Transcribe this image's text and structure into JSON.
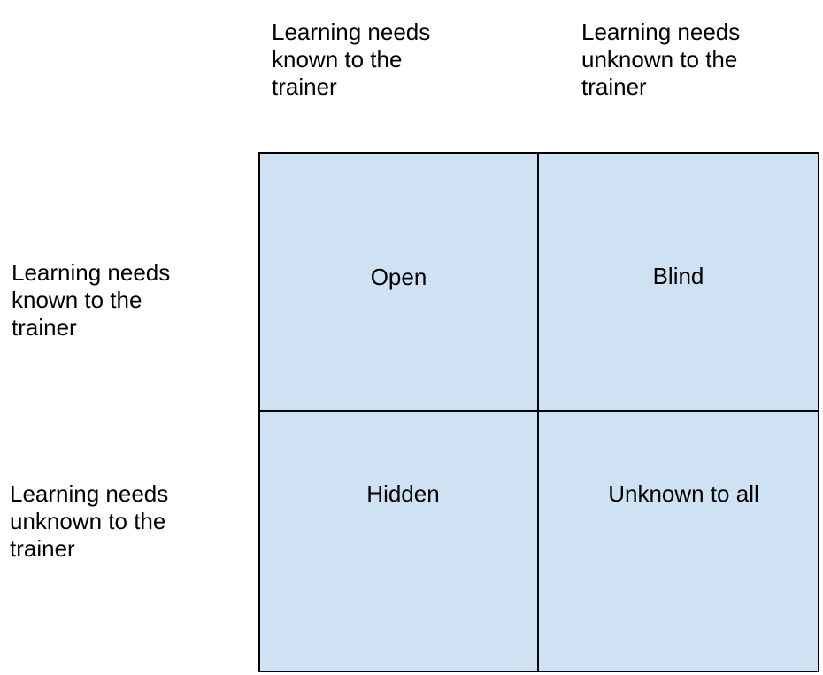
{
  "colors": {
    "cell_fill": "#cfe2f3",
    "border": "#000000",
    "background": "#ffffff"
  },
  "column_headers": [
    "Learning needs\nknown to the\ntrainer",
    "Learning needs\nunknown to the\ntrainer"
  ],
  "row_headers": [
    "Learning needs\nknown to the\ntrainer",
    "Learning needs\nunknown to the\ntrainer"
  ],
  "quadrants": {
    "top_left": "Open",
    "top_right": "Blind",
    "bottom_left": "Hidden",
    "bottom_right": "Unknown to all"
  }
}
